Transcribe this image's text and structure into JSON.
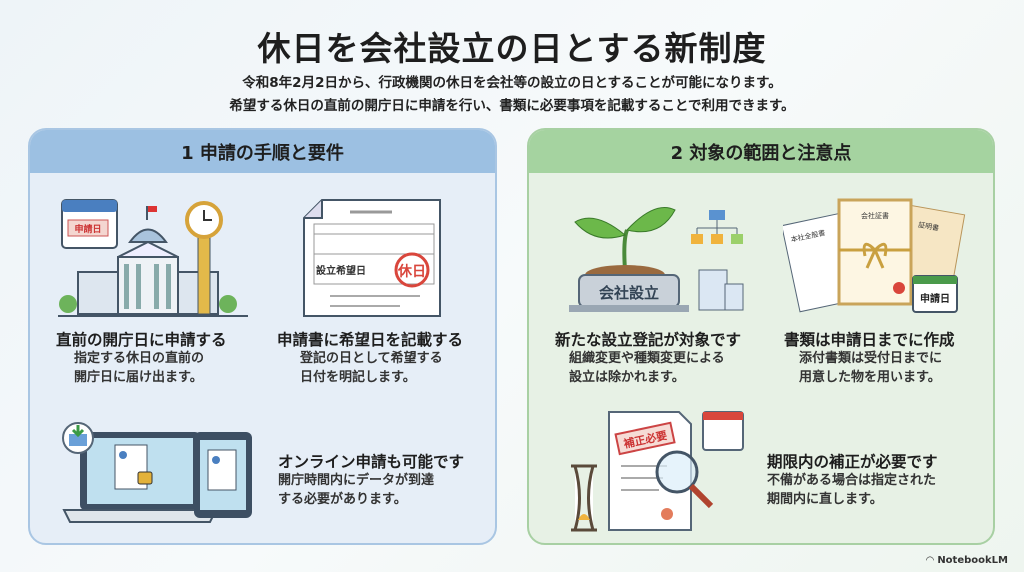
{
  "title": "休日を会社設立の日とする新制度",
  "subtitle": [
    "令和8年2月2日から、行政機関の休日を会社等の設立の日とすることが可能になります。",
    "希望する休日の直前の開庁日に申請を行い、書類に必要事項を記載することで利用できます。"
  ],
  "sections": [
    {
      "heading": "1  申請の手順と要件",
      "color": "#9cc0e2",
      "items": [
        {
          "title": "直前の開庁日に申請する",
          "desc": "指定する休日の直前の\n開庁日に届け出ます。",
          "icon_label": "申請日"
        },
        {
          "title": "申請書に希望日を記載する",
          "desc": "登記の日として希望する\n日付を明記します。",
          "form_label": "設立希望日",
          "stamp": "休日"
        },
        {
          "title": "オンライン申請も可能です",
          "desc": "開庁時間内にデータが到達\nする必要があります。"
        }
      ]
    },
    {
      "heading": "2  対象の範囲と注意点",
      "color": "#a5d3a0",
      "items": [
        {
          "title": "新たな設立登記が対象です",
          "desc": "組織変更や種類変更による\n設立は除かれます。",
          "icon_label": "会社設立"
        },
        {
          "title": "書類は申請日までに作成",
          "desc": "添付書類は受付日までに\n用意した物を用います。",
          "icon_label": "申請日",
          "doc_labels": [
            "本社全般書",
            "会社証書",
            "証明書"
          ]
        },
        {
          "title": "期限内の補正が必要です",
          "desc": "不備がある場合は指定された\n期間内に直します。",
          "stamp": "補正必要"
        }
      ]
    }
  ],
  "brand": "NotebookLM"
}
